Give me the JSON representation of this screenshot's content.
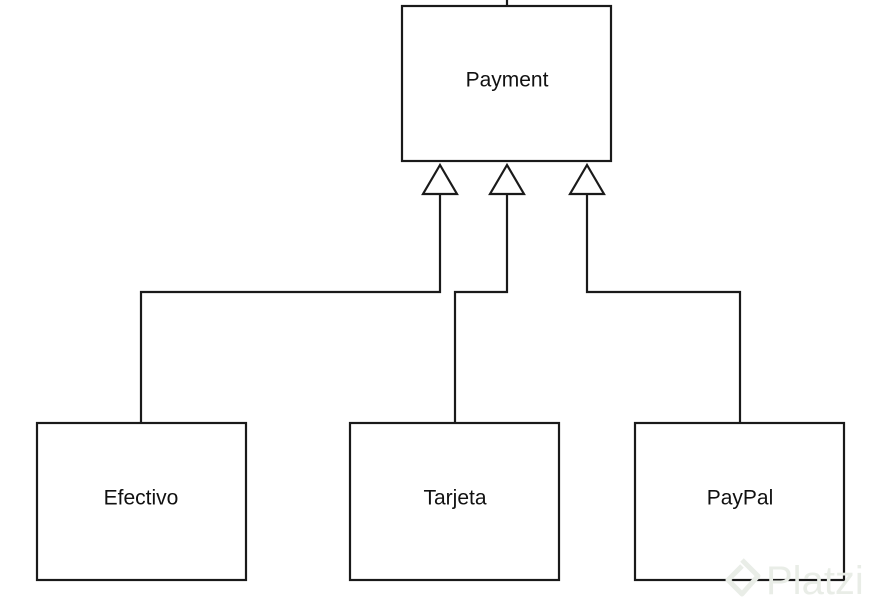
{
  "diagram": {
    "parent": {
      "label": "Payment"
    },
    "children": [
      {
        "label": "Efectivo"
      },
      {
        "label": "Tarjeta"
      },
      {
        "label": "PayPal"
      }
    ],
    "relationship": "inheritance"
  },
  "watermark": {
    "text": "Platzi"
  },
  "colors": {
    "stroke": "#1a1a1a",
    "background": "#ffffff",
    "watermark": "#e9ede7"
  }
}
